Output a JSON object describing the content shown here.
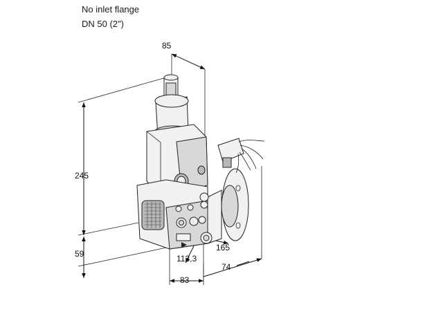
{
  "header": {
    "line1": "No inlet flange",
    "line2": "DN 50 (2\")"
  },
  "dimensions": {
    "d85": "85",
    "d245": "245",
    "d59": "59",
    "d113": "113,3",
    "d165": "165",
    "d74": "74",
    "d83": "83"
  }
}
